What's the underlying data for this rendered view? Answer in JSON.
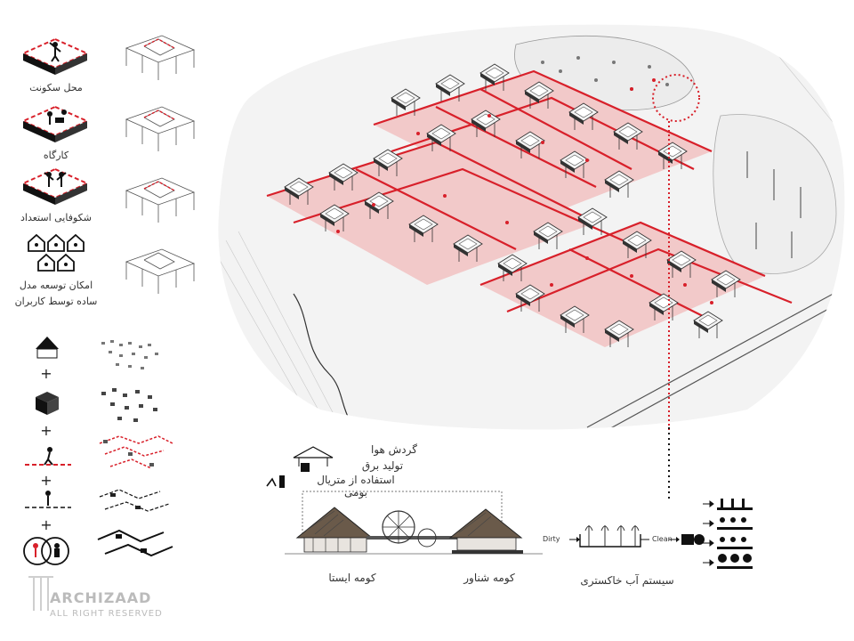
{
  "legend": {
    "items": [
      {
        "label": "محل سکونت",
        "icon": "person-on-platform-icon"
      },
      {
        "label": "کارگاه",
        "icon": "workshop-icon"
      },
      {
        "label": "شکوفایی استعداد",
        "icon": "talent-icon"
      },
      {
        "label_line1": "امکان توسعه مدل",
        "label_line2": "ساده توسط کاربران",
        "icon": "houses-users-icon"
      }
    ]
  },
  "sections": {
    "air": "گردش هوا",
    "power": "تولید برق",
    "material": "استفاده از متریال بومی",
    "hut_a": "کومه ایستا",
    "hut_b": "کومه شناور",
    "greywater": "سیستم آب خاکستری",
    "dirty": "Dirty",
    "clean": "Clean"
  },
  "watermark": {
    "brand": "ARCHIZAAD",
    "rights": "ALL RIGHT RESERVED"
  },
  "colors": {
    "accent": "#d8202a",
    "accent_soft": "#f2c9c9",
    "ink": "#222222",
    "grey": "#9a9a9a"
  }
}
